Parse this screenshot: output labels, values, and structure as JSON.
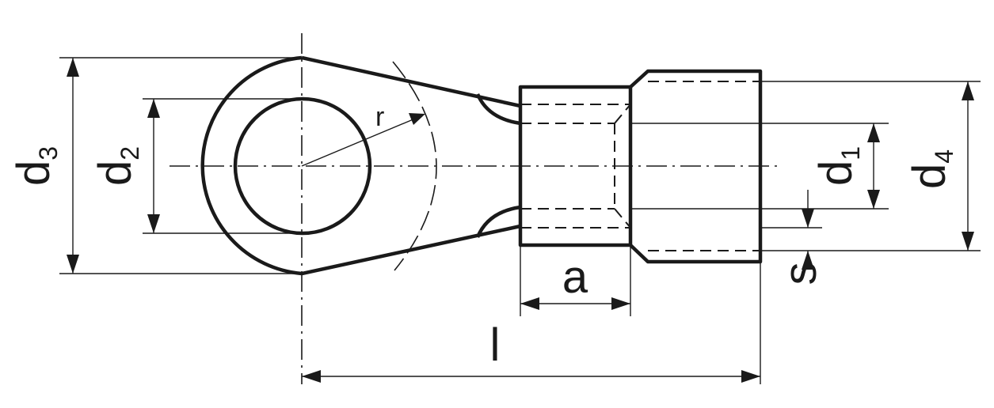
{
  "diagram": {
    "labels": {
      "d3": {
        "main": "d",
        "sub": "3"
      },
      "d2": {
        "main": "d",
        "sub": "2"
      },
      "d1": {
        "main": "d",
        "sub": "1"
      },
      "d4": {
        "main": "d",
        "sub": "4"
      },
      "r": "r",
      "a": "a",
      "l": "l",
      "s": "s"
    }
  }
}
